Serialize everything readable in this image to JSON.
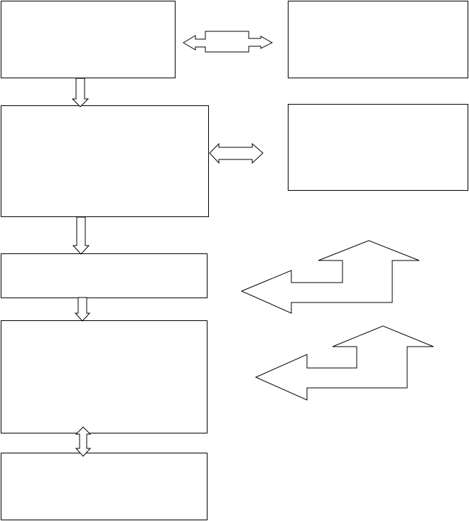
{
  "diagram": {
    "boxes": [
      {
        "id": "box-top-left",
        "text": ""
      },
      {
        "id": "box-top-right",
        "text": ""
      },
      {
        "id": "box-second-left",
        "text": ""
      },
      {
        "id": "box-second-right",
        "text": ""
      },
      {
        "id": "box-third-left",
        "text": ""
      },
      {
        "id": "box-fourth-left",
        "text": ""
      },
      {
        "id": "box-bottom-left",
        "text": ""
      }
    ],
    "stroke_color": "#000000",
    "fill_color": "#ffffff"
  }
}
